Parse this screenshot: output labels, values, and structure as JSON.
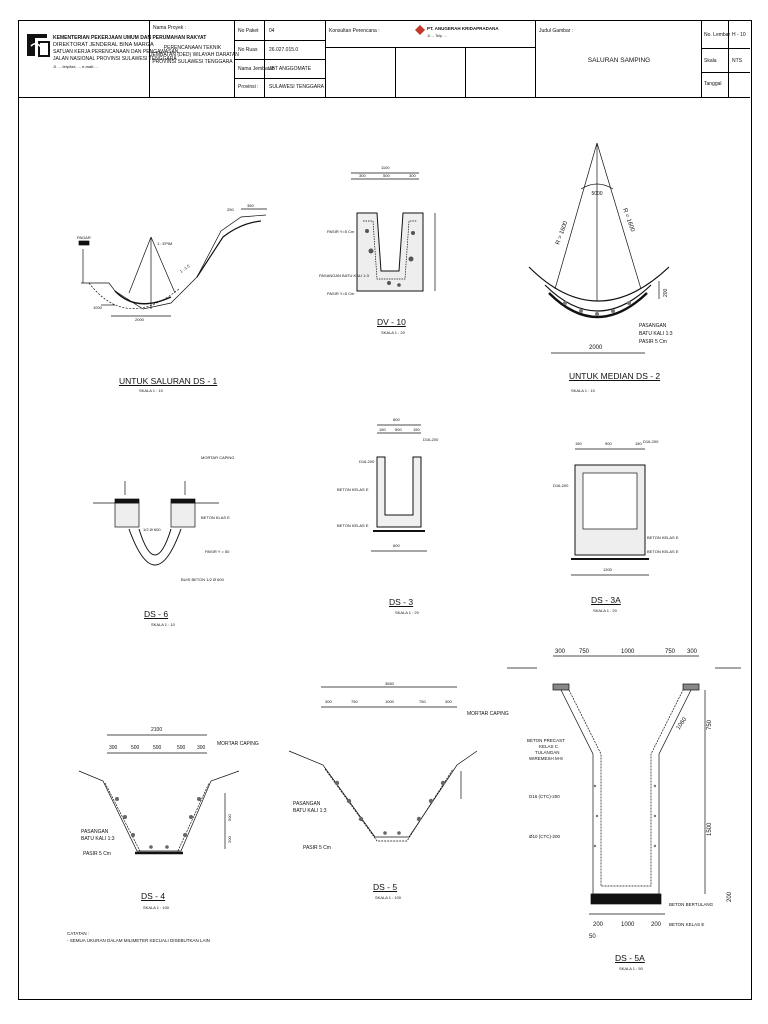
{
  "title_block": {
    "org_line1": "KEMENTERIAN PEKERJAAN UMUM DAN PERUMAHAN RAKYAT",
    "org_line2": "DIREKTORAT JENDERAL BINA MARGA",
    "org_line3": "SATUAN KERJA PERENCANAAN DAN PENGAWASAN",
    "org_line4": "JALAN NASIONAL PROVINSI SULAWESI TENGGARA",
    "org_line5": "Jl. ...  telp/fax. ...  e-mail: ...",
    "project_label": "Nama Proyek :",
    "project_line1": "PERENCANAAN TEKNIK",
    "project_line2": "JEMBATAN (DED) WILAYAH DARATAN",
    "project_line3": "PROVINSI SULAWESI TENGGARA",
    "paket_label": "No Paket",
    "paket_value": "04",
    "ruas_label": "No Ruas",
    "ruas_value": "26.027.015.0",
    "jembatan_label": "Nama Jembatan",
    "jembatan_value": "JBT ANGGOMATE",
    "provinsi_label": "Provinsi :",
    "provinsi_value": "SULAWESI TENGGARA",
    "konsultan_label": "Konsultan Perencana :",
    "konsultan_name": "PT. ANUGERAH KRIDAPRADANA",
    "konsultan_sub": "Jl. ...  Telp. ...",
    "judul_label": "Judul Gambar :",
    "judul_value": "SALURAN SAMPING",
    "lembar_label": "No. Lembar",
    "lembar_value": "H - 10",
    "skala_label": "Skala",
    "skala_value": "NTS",
    "tanggal_label": "Tanggal"
  },
  "drawings": {
    "ds1": {
      "title": "UNTUK SALURAN DS - 1",
      "scale": "SKALA 1 : 10",
      "dims": [
        "1000",
        "2000",
        "350",
        "250"
      ],
      "notes": [
        "PAGAR",
        "1 : EPIM",
        "1 : 1.5"
      ]
    },
    "dv10": {
      "title": "DV - 10",
      "scale": "SKALA 1 : 20",
      "dims": [
        "1100",
        "300",
        "500",
        "300"
      ],
      "notes": [
        "PASIR Y=5 Cm",
        "PASANGAN BATU KALI 1:3",
        "PASIR Y=5 Cm"
      ]
    },
    "ds2": {
      "title": "UNTUK MEDIAN DS - 2",
      "scale": "SKALA 1 : 10",
      "dims": [
        "2000",
        "R = 1600",
        "R = 1600",
        "200",
        "5000"
      ],
      "notes": [
        "PASANGAN",
        "BATU KALI 1:3",
        "PASIR 5 Cm"
      ]
    },
    "ds6": {
      "title": "DS - 6",
      "scale": "SKALA 1 : 10",
      "notes": [
        "MORTAR CAPING",
        "BETON KLAS E",
        "PASIR Y = 50",
        "BUIS BETON 1/2 Ø 600",
        "1/2 Ø 600"
      ]
    },
    "ds3": {
      "title": "DS - 3",
      "scale": "SKALA 1 : 20",
      "dims": [
        "800",
        "150",
        "500",
        "150",
        "600"
      ],
      "notes": [
        "BETON KELAS E",
        "BETON KELAS E",
        "D16-200",
        "D16-200"
      ]
    },
    "ds3a": {
      "title": "DS - 3A",
      "scale": "SKALA 1 : 20",
      "dims": [
        "150",
        "900",
        "150",
        "1200"
      ],
      "notes": [
        "BETON KELAS E",
        "BETON KELAS E",
        "D16-200",
        "D16-200"
      ]
    },
    "ds4": {
      "title": "DS - 4",
      "scale": "SKALA 1 : 100",
      "dims": [
        "2100",
        "300",
        "500",
        "500",
        "500",
        "300",
        "500",
        "200"
      ],
      "notes": [
        "MORTAR CAPING",
        "PASANGAN",
        "BATU KALI 1:3",
        "PASIR 5 Cm"
      ]
    },
    "ds5": {
      "title": "DS - 5",
      "scale": "SKALA 1 : 100",
      "dims": [
        "3650",
        "300",
        "750",
        "1000",
        "750",
        "300"
      ],
      "notes": [
        "MORTAR CAPING",
        "PASANGAN",
        "BATU KALI 1:3",
        "PASIR 5 Cm"
      ]
    },
    "ds5a": {
      "title": "DS - 5A",
      "scale": "SKALA 1 : 50",
      "dims": [
        "300",
        "750",
        "1000",
        "750",
        "300",
        "750",
        "1500",
        "200",
        "200",
        "1000",
        "200",
        "50",
        "1060"
      ],
      "notes": [
        "BETON PRECAST",
        "KELAS C",
        "TULANGAN",
        "WIREMESH M-8",
        "D16 (CTC)-200",
        "Ø10 (CTC)-200",
        "BETON BERTULANG",
        "BETON KELAS E"
      ]
    }
  },
  "catatan": {
    "label": "CATATAN :",
    "note": "- SEMUA UKURAN DALAM MILIMETER KECUALI DISEBUTKAN LAIN"
  }
}
